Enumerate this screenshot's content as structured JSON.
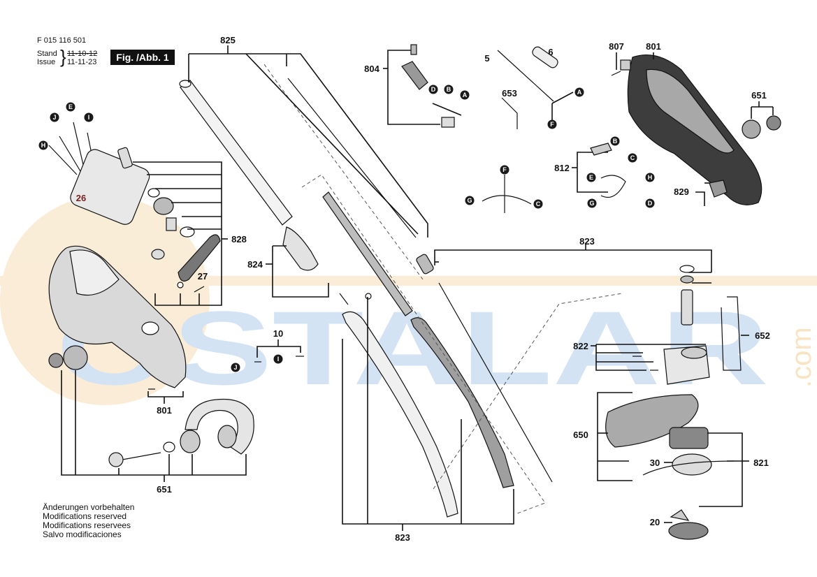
{
  "header": {
    "doc_number": "F 015 116 501",
    "stand_label": "Stand",
    "issue_label": "Issue",
    "stand_date": "11-10-12",
    "issue_date": "11-11-23",
    "fig_label": "Fig. /Abb. 1"
  },
  "watermark": {
    "text": "OSTALAR",
    "suffix": ".com",
    "colors": {
      "orange": "#f2c27a",
      "blue": "#9ec3e6"
    }
  },
  "part_labels": {
    "p825": "825",
    "p804": "804",
    "p5": "5",
    "p6": "6",
    "p653": "653",
    "p807": "807",
    "p801_top": "801",
    "p651_right": "651",
    "p812": "812",
    "p829": "829",
    "p26": "26",
    "p828": "828",
    "p27": "27",
    "p824": "824",
    "p823_top": "823",
    "p10": "10",
    "p822": "822",
    "p652": "652",
    "p801_bottom": "801",
    "p650": "650",
    "p30": "30",
    "p821": "821",
    "p651_bottom": "651",
    "p823_bottom": "823",
    "p20": "20"
  },
  "connectors": {
    "A": "A",
    "B": "B",
    "C": "C",
    "D": "D",
    "E": "E",
    "F": "F",
    "G": "G",
    "H": "H",
    "I": "I",
    "J": "J"
  },
  "notes": [
    "Änderungen vorbehalten",
    "Modifications reserved",
    "Modifications reservees",
    "Salvo modificaciones"
  ],
  "colors": {
    "accent_label": "#7a1f1f",
    "connector_fill": "#1a1a1a"
  }
}
